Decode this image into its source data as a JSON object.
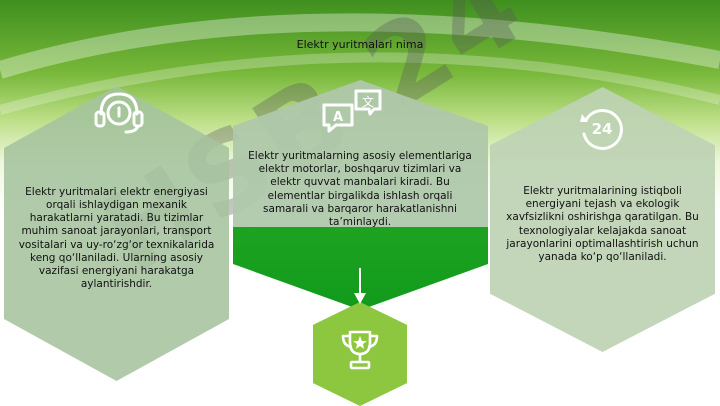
{
  "slide": {
    "title": "Elektr yuritmalari nima",
    "watermark": "HSB 24",
    "cards": [
      {
        "text": "Elektr yuritmalari elektr energiyasi orqali ishlaydigan mexanik harakatlarni yaratadi. Bu tizimlar muhim sanoat jarayonlari, transport vositalari va uy-ro‘zg‘or texnikalarida keng qo‘llaniladi. Ularning asosiy vazifasi energiyani harakatga aylantirishdir.",
        "icon": "headset-support-icon"
      },
      {
        "text": "Elektr yuritmalarning asosiy elementlariga elektr motorlar, boshqaruv tizimlari va elektr quvvat manbalari kiradi. Bu elementlar birgalikda ishlash orqali samarali va barqaror harakatlanishni ta’minlaydi.",
        "icon": "translate-chat-icon"
      },
      {
        "text": "Elektr yuritmalarining istiqboli energiyani tejash va ekologik xavfsizlikni oshirishga qaratilgan. Bu texnologiyalar kelajakda sanoat jarayonlarini optimallashtirish uchun yanada ko‘p qo‘llaniladi.",
        "icon": "24-hours-icon"
      }
    ],
    "center_icon": "trophy-icon",
    "colors": {
      "dark_green": "#119a1b",
      "light_green": "#8dc63f",
      "hex_gray_green": "#a5c39e"
    }
  }
}
